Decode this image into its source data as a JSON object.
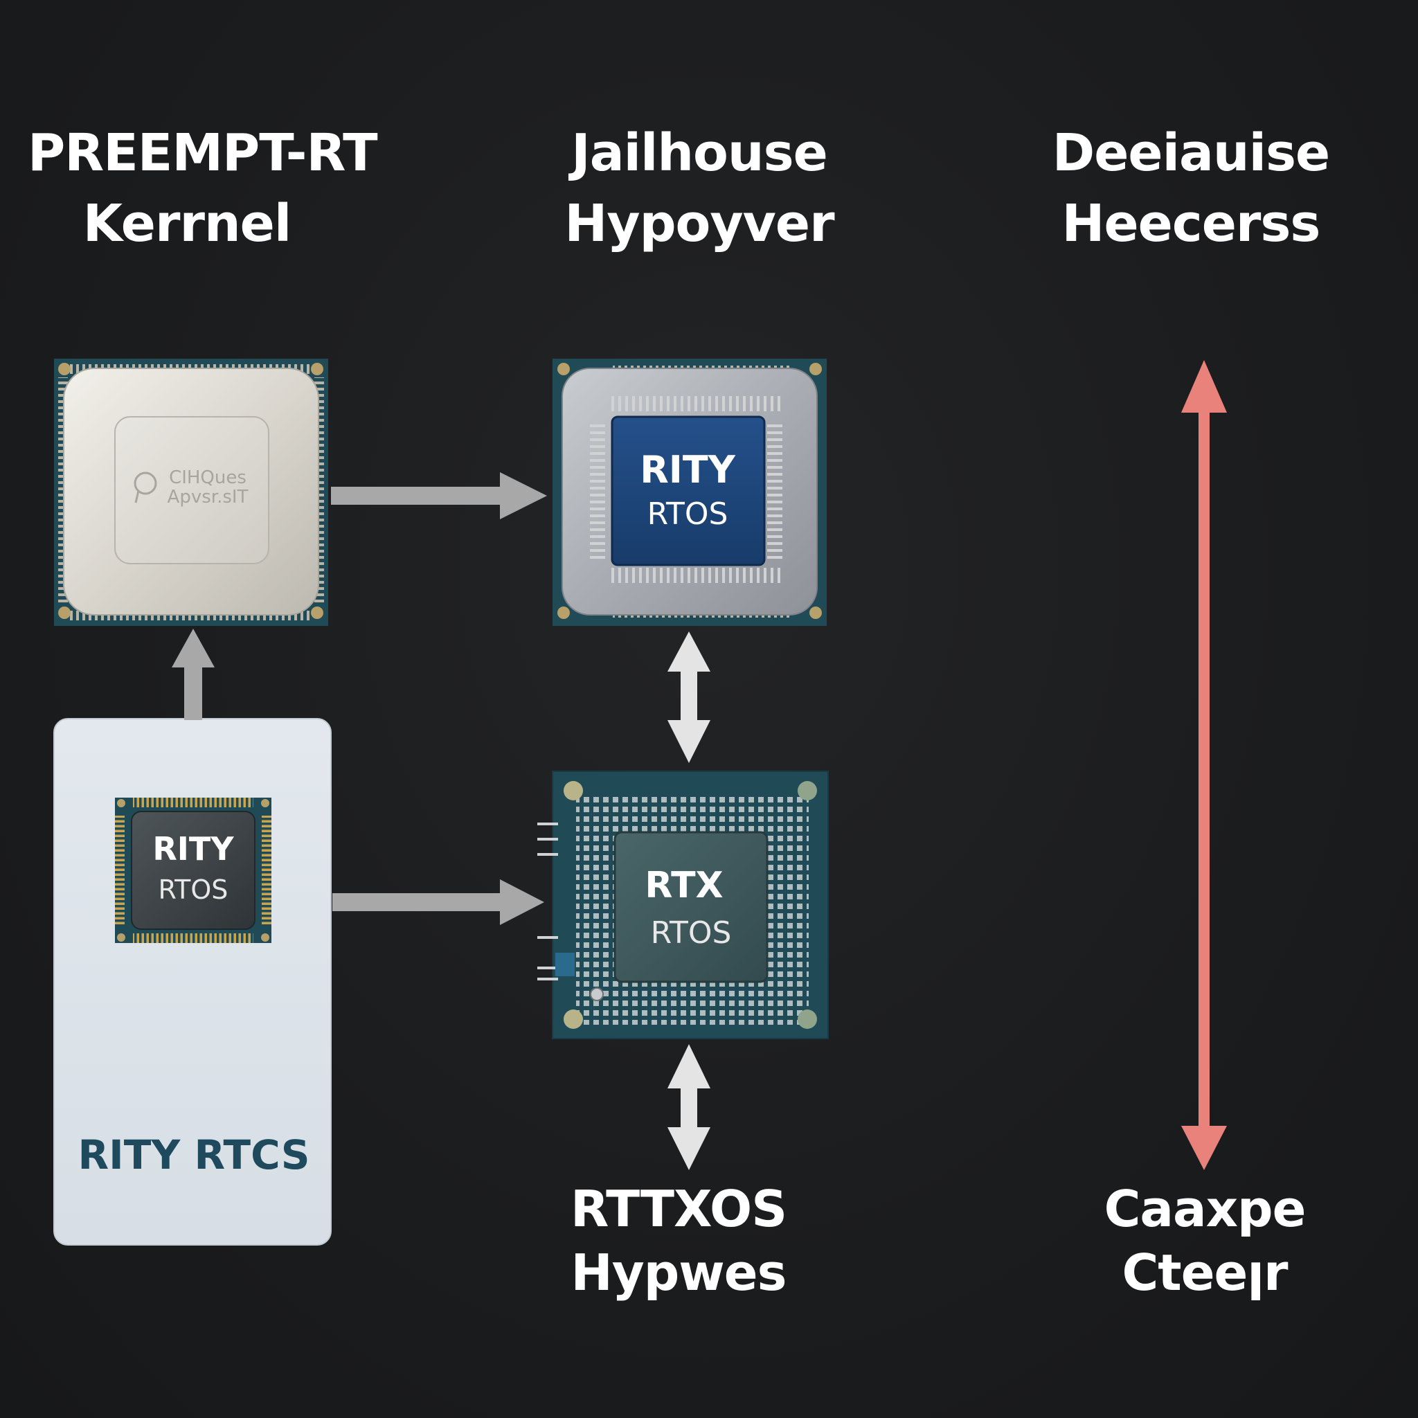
{
  "headings": {
    "preempt": {
      "line1": "PREEMPT-RT",
      "line2": "Kerrnel"
    },
    "jailhouse": {
      "line1": "Jailhouse",
      "line2": "Hypoyver"
    },
    "deeiauise": {
      "line1": "Deeiauise",
      "line2": "Heecerss"
    },
    "rttxos": {
      "line1": "RTTXOS",
      "line2": "Hypwes"
    },
    "caaxpe": {
      "line1": "Caaxpe",
      "line2": "Cteeꞁr"
    }
  },
  "chips": {
    "preempt_chip": {
      "engraving_line1": "CIHQues",
      "engraving_line2": "Apvsr.sIT"
    },
    "jailhouse_chip": {
      "line1": "RITY",
      "line2": "RTOS"
    },
    "card_chip": {
      "line1": "RITY",
      "line2": "RTOS"
    },
    "rtx_chip": {
      "line1": "RTX",
      "line2": "RTOS"
    }
  },
  "card": {
    "label": "RITY RTCS"
  },
  "colors": {
    "background": "#1b1c1e",
    "arrow_gray": "#a8a8a8",
    "arrow_light": "#e4e4e4",
    "accent_arrow": "#e8827a",
    "card_bg": "#dfe6ec",
    "card_text": "#1f4a5e",
    "chip_blue": "#1d467a",
    "chip_teal": "#3e5a5f",
    "pcb_green": "#1f4a56"
  }
}
